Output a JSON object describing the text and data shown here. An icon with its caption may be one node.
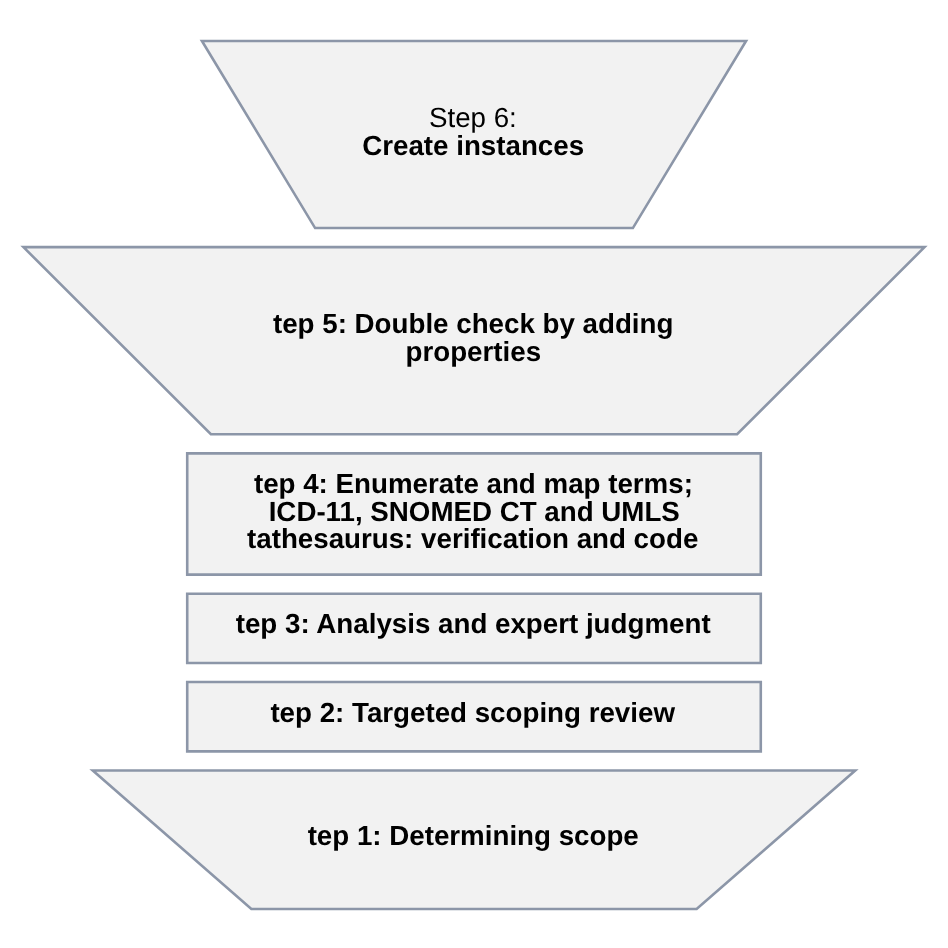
{
  "diagram": {
    "nodes": [
      {
        "text": [
          "tep 1: Determining scope"
        ]
      },
      {
        "text": [
          "tep 2: Targeted scoping review"
        ]
      },
      {
        "text": [
          "tep 3: Analysis and expert judgment"
        ]
      },
      {
        "text": [
          "tep 4: Enumerate and map terms; ICD-11, SNOMED CT and UMLS tathesaurus: verification and code"
        ]
      },
      {
        "text": [
          "tep 5: Double check by adding properties"
        ]
      },
      {
        "text": [
          "Step 6:",
          "Create instances"
        ]
      }
    ],
    "edges": []
  }
}
